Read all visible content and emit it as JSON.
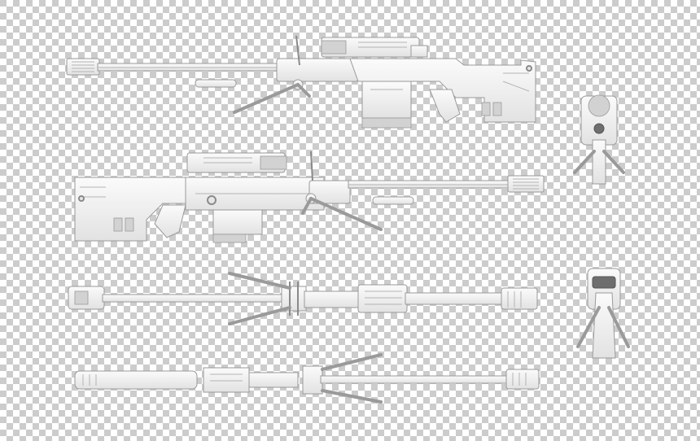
{
  "image": {
    "subject": "sniper-rifle-orthographic-views",
    "colors": {
      "background_light": "#ffffff",
      "background_dark": "#cccccc",
      "model_fill": "#f4f4f4",
      "model_mid": "#e6e6e6",
      "model_shade": "#d2d2d2",
      "model_outline": "#9a9a9a",
      "model_dark": "#6e6e6e"
    },
    "views": [
      {
        "name": "side-view-left"
      },
      {
        "name": "side-view-right"
      },
      {
        "name": "top-view"
      },
      {
        "name": "bottom-view"
      },
      {
        "name": "rear-view"
      },
      {
        "name": "front-view"
      }
    ]
  }
}
